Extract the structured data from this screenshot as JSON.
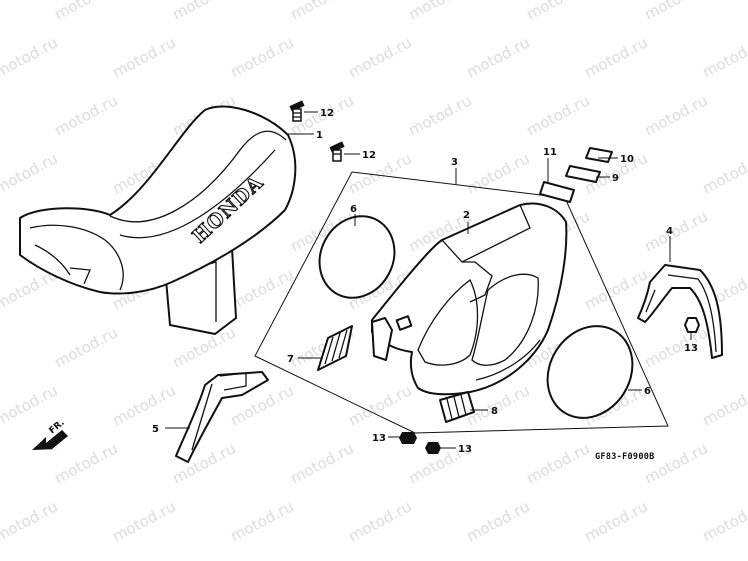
{
  "watermark": "motod.ru",
  "diagram_code": "GF83-F0900B",
  "direction_label": "FR.",
  "seat_brand": "HONDA",
  "callouts": [
    "1",
    "2",
    "3",
    "4",
    "5",
    "6",
    "6",
    "7",
    "8",
    "9",
    "10",
    "11",
    "12",
    "12",
    "13",
    "13",
    "13"
  ]
}
